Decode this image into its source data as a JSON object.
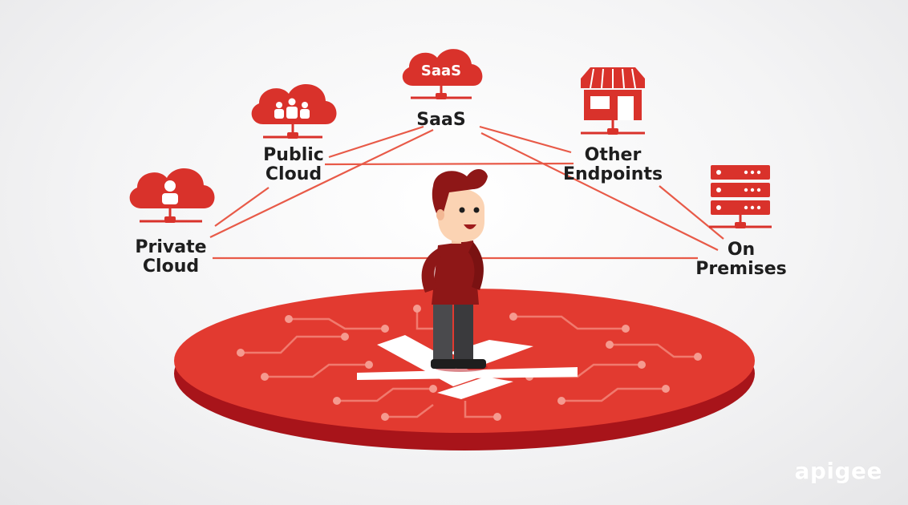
{
  "nodes": {
    "saas": {
      "label": "SaaS",
      "badge": "SaaS"
    },
    "public_cloud": {
      "line1": "Public",
      "line2": "Cloud"
    },
    "private_cloud": {
      "line1": "Private",
      "line2": "Cloud"
    },
    "other_endpoints": {
      "line1": "Other",
      "line2": "Endpoints"
    },
    "on_premises": {
      "line1": "On",
      "line2": "Premises"
    }
  },
  "brand": {
    "name": "apigee"
  },
  "colors": {
    "accent": "#d9322b",
    "connector": "#e85a48",
    "platform": "#e23a30",
    "platform_edge": "#a8141a",
    "text": "#1e1e1e"
  },
  "icons": {
    "saas": "cloud-saas-icon",
    "public_cloud": "cloud-people-icon",
    "private_cloud": "cloud-person-icon",
    "other_endpoints": "storefront-icon",
    "on_premises": "server-rack-icon"
  }
}
